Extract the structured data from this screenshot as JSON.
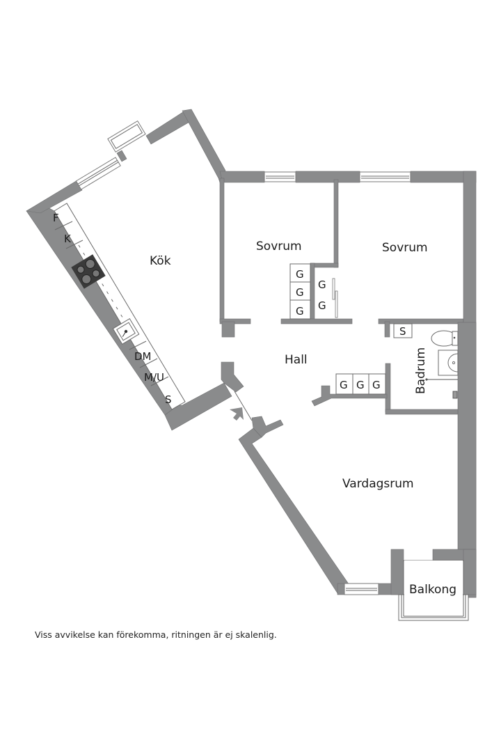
{
  "floorplan": {
    "rooms": {
      "kitchen": "Kök",
      "bedroom_left": "Sovrum",
      "bedroom_right": "Sovrum",
      "hall": "Hall",
      "bathroom": "Badrum",
      "living_room": "Vardagsrum",
      "balcony": "Balkong"
    },
    "kitchen_units": [
      "F",
      "K",
      "DM",
      "M/U",
      "S"
    ],
    "wardrobes": {
      "bedroom_left": [
        "G",
        "G",
        "G"
      ],
      "bedroom_right": [
        "G",
        "G"
      ],
      "hall": [
        "G",
        "G",
        "G"
      ]
    },
    "hall_cabinet": "S",
    "colors": {
      "wall": "#8a8b8c",
      "background": "#ffffff",
      "text": "#1a1a1a",
      "stove": "#3a3a3a"
    }
  },
  "disclaimer": "Viss avvikelse kan förekomma, ritningen är ej skalenlig."
}
